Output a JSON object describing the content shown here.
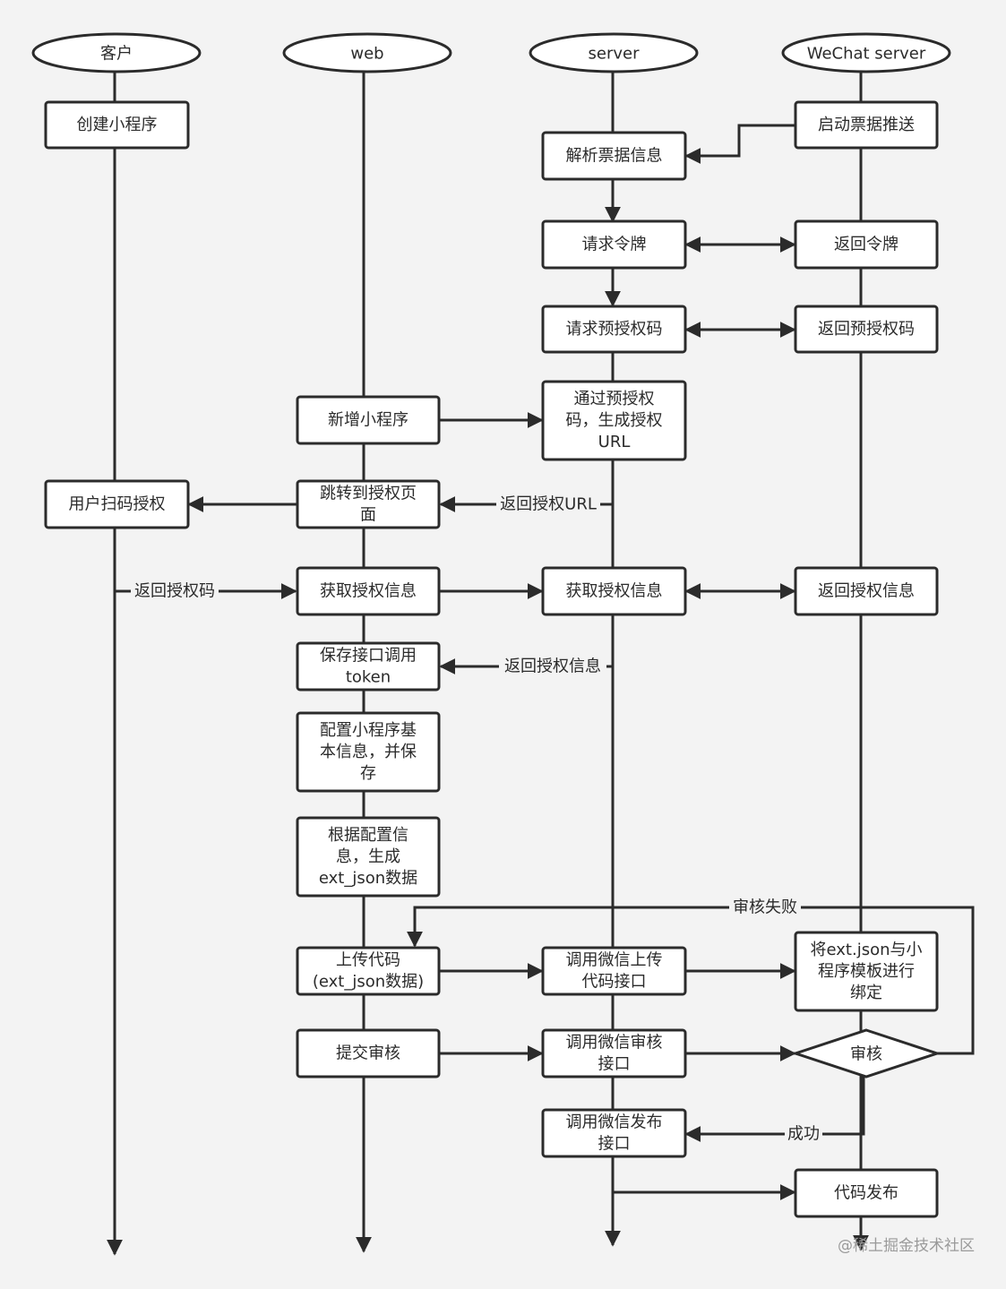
{
  "lanes": {
    "client": "客户",
    "web": "web",
    "server": "server",
    "wechat": "WeChat server"
  },
  "nodes": {
    "create_miniprogram": [
      "创建小程序"
    ],
    "start_ticket_push": [
      "启动票据推送"
    ],
    "parse_ticket": [
      "解析票据信息"
    ],
    "request_token": [
      "请求令牌"
    ],
    "return_token": [
      "返回令牌"
    ],
    "request_preauth_code": [
      "请求预授权码"
    ],
    "return_preauth_code": [
      "返回预授权码"
    ],
    "add_miniprogram": [
      "新增小程序"
    ],
    "gen_auth_url": [
      "通过预授权",
      "码，生成授权",
      "URL"
    ],
    "user_scan_auth": [
      "用户扫码授权"
    ],
    "goto_auth_page": [
      "跳转到授权页",
      "面"
    ],
    "web_get_auth_info": [
      "获取授权信息"
    ],
    "server_get_auth_info": [
      "获取授权信息"
    ],
    "return_auth_info": [
      "返回授权信息"
    ],
    "save_token": [
      "保存接口调用",
      "token"
    ],
    "config_basic_info": [
      "配置小程序基",
      "本信息，并保",
      "存"
    ],
    "gen_ext_json": [
      "根据配置信",
      "息，生成",
      "ext_json数据"
    ],
    "upload_code": [
      "上传代码",
      "(ext_json数据)"
    ],
    "call_upload_api": [
      "调用微信上传",
      "代码接口"
    ],
    "bind_template": [
      "将ext.json与小",
      "程序模板进行",
      "绑定"
    ],
    "submit_audit": [
      "提交审核"
    ],
    "call_audit_api": [
      "调用微信审核",
      "接口"
    ],
    "audit": [
      "审核"
    ],
    "call_release_api": [
      "调用微信发布",
      "接口"
    ],
    "code_release": [
      "代码发布"
    ]
  },
  "edge_labels": {
    "return_auth_url": "返回授权URL",
    "return_auth_code": "返回授权码",
    "return_auth_info": "返回授权信息",
    "audit_failed": "审核失败",
    "success": "成功"
  },
  "watermark": "@稀土掘金技术社区"
}
